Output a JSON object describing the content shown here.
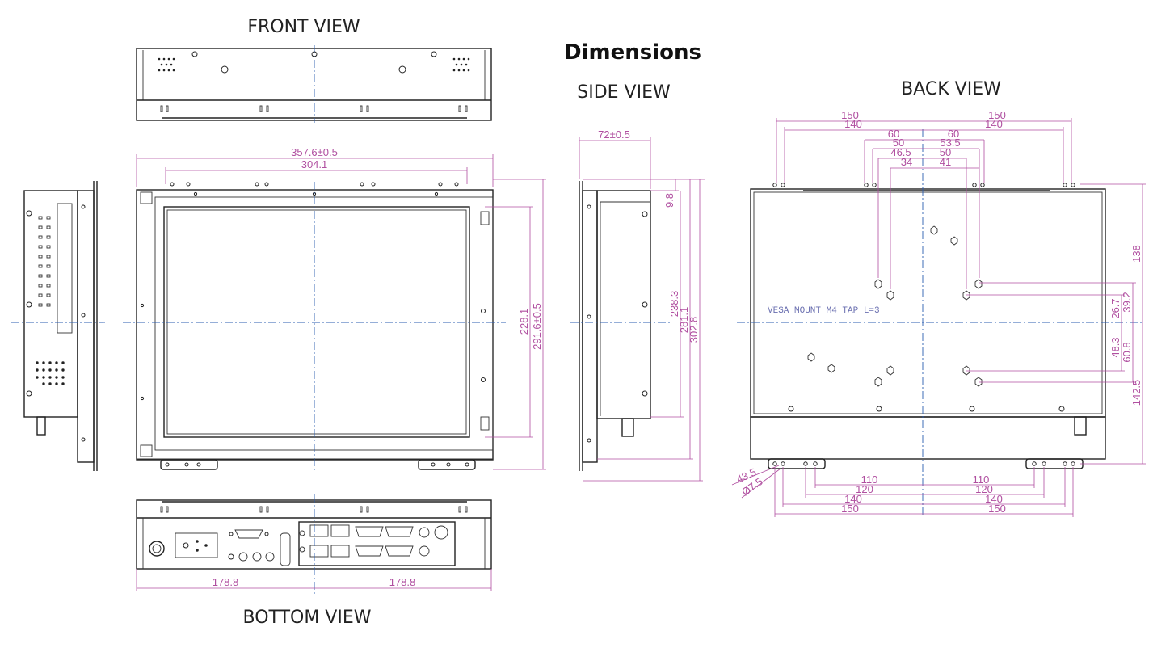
{
  "title": "Dimensions",
  "labels": {
    "front": "FRONT VIEW",
    "side": "SIDE VIEW",
    "back": "BACK VIEW",
    "bottom": "BOTTOM VIEW"
  },
  "vesa_note": "VESA MOUNT M4 TAP L=3",
  "colors": {
    "dimension": "#b04fa0",
    "centerline": "#2b5db0",
    "outline": "#222222"
  },
  "dims": {
    "front": {
      "width": "357.6±0.5",
      "bracket": "304.1",
      "h1": "228.1",
      "h2": "291.6±0.5"
    },
    "side": {
      "depth": "72±0.5",
      "d1": "9.8",
      "d2": "238.3",
      "d3": "281.1",
      "d4": "302.8"
    },
    "back": {
      "top_left_150": "150",
      "top_left_140": "140",
      "top_right_150": "150",
      "top_right_140": "140",
      "l60": "60",
      "l50": "50",
      "l46": "46.5",
      "l34": "34",
      "r60": "60",
      "r53": "53.5",
      "r50": "50",
      "r41": "41",
      "v138": "138",
      "v26": "26.7",
      "v39": "39.2",
      "v48": "48.3",
      "v60": "60.8",
      "v142": "142.5",
      "b110l": "110",
      "b120l": "120",
      "b140l": "140",
      "b150l": "150",
      "b110r": "110",
      "b120r": "120",
      "b140r": "140",
      "b150r": "150",
      "hole1": "43.5",
      "hole2": "Ø7.5"
    },
    "bottom": {
      "left": "178.8",
      "right": "178.8"
    }
  }
}
